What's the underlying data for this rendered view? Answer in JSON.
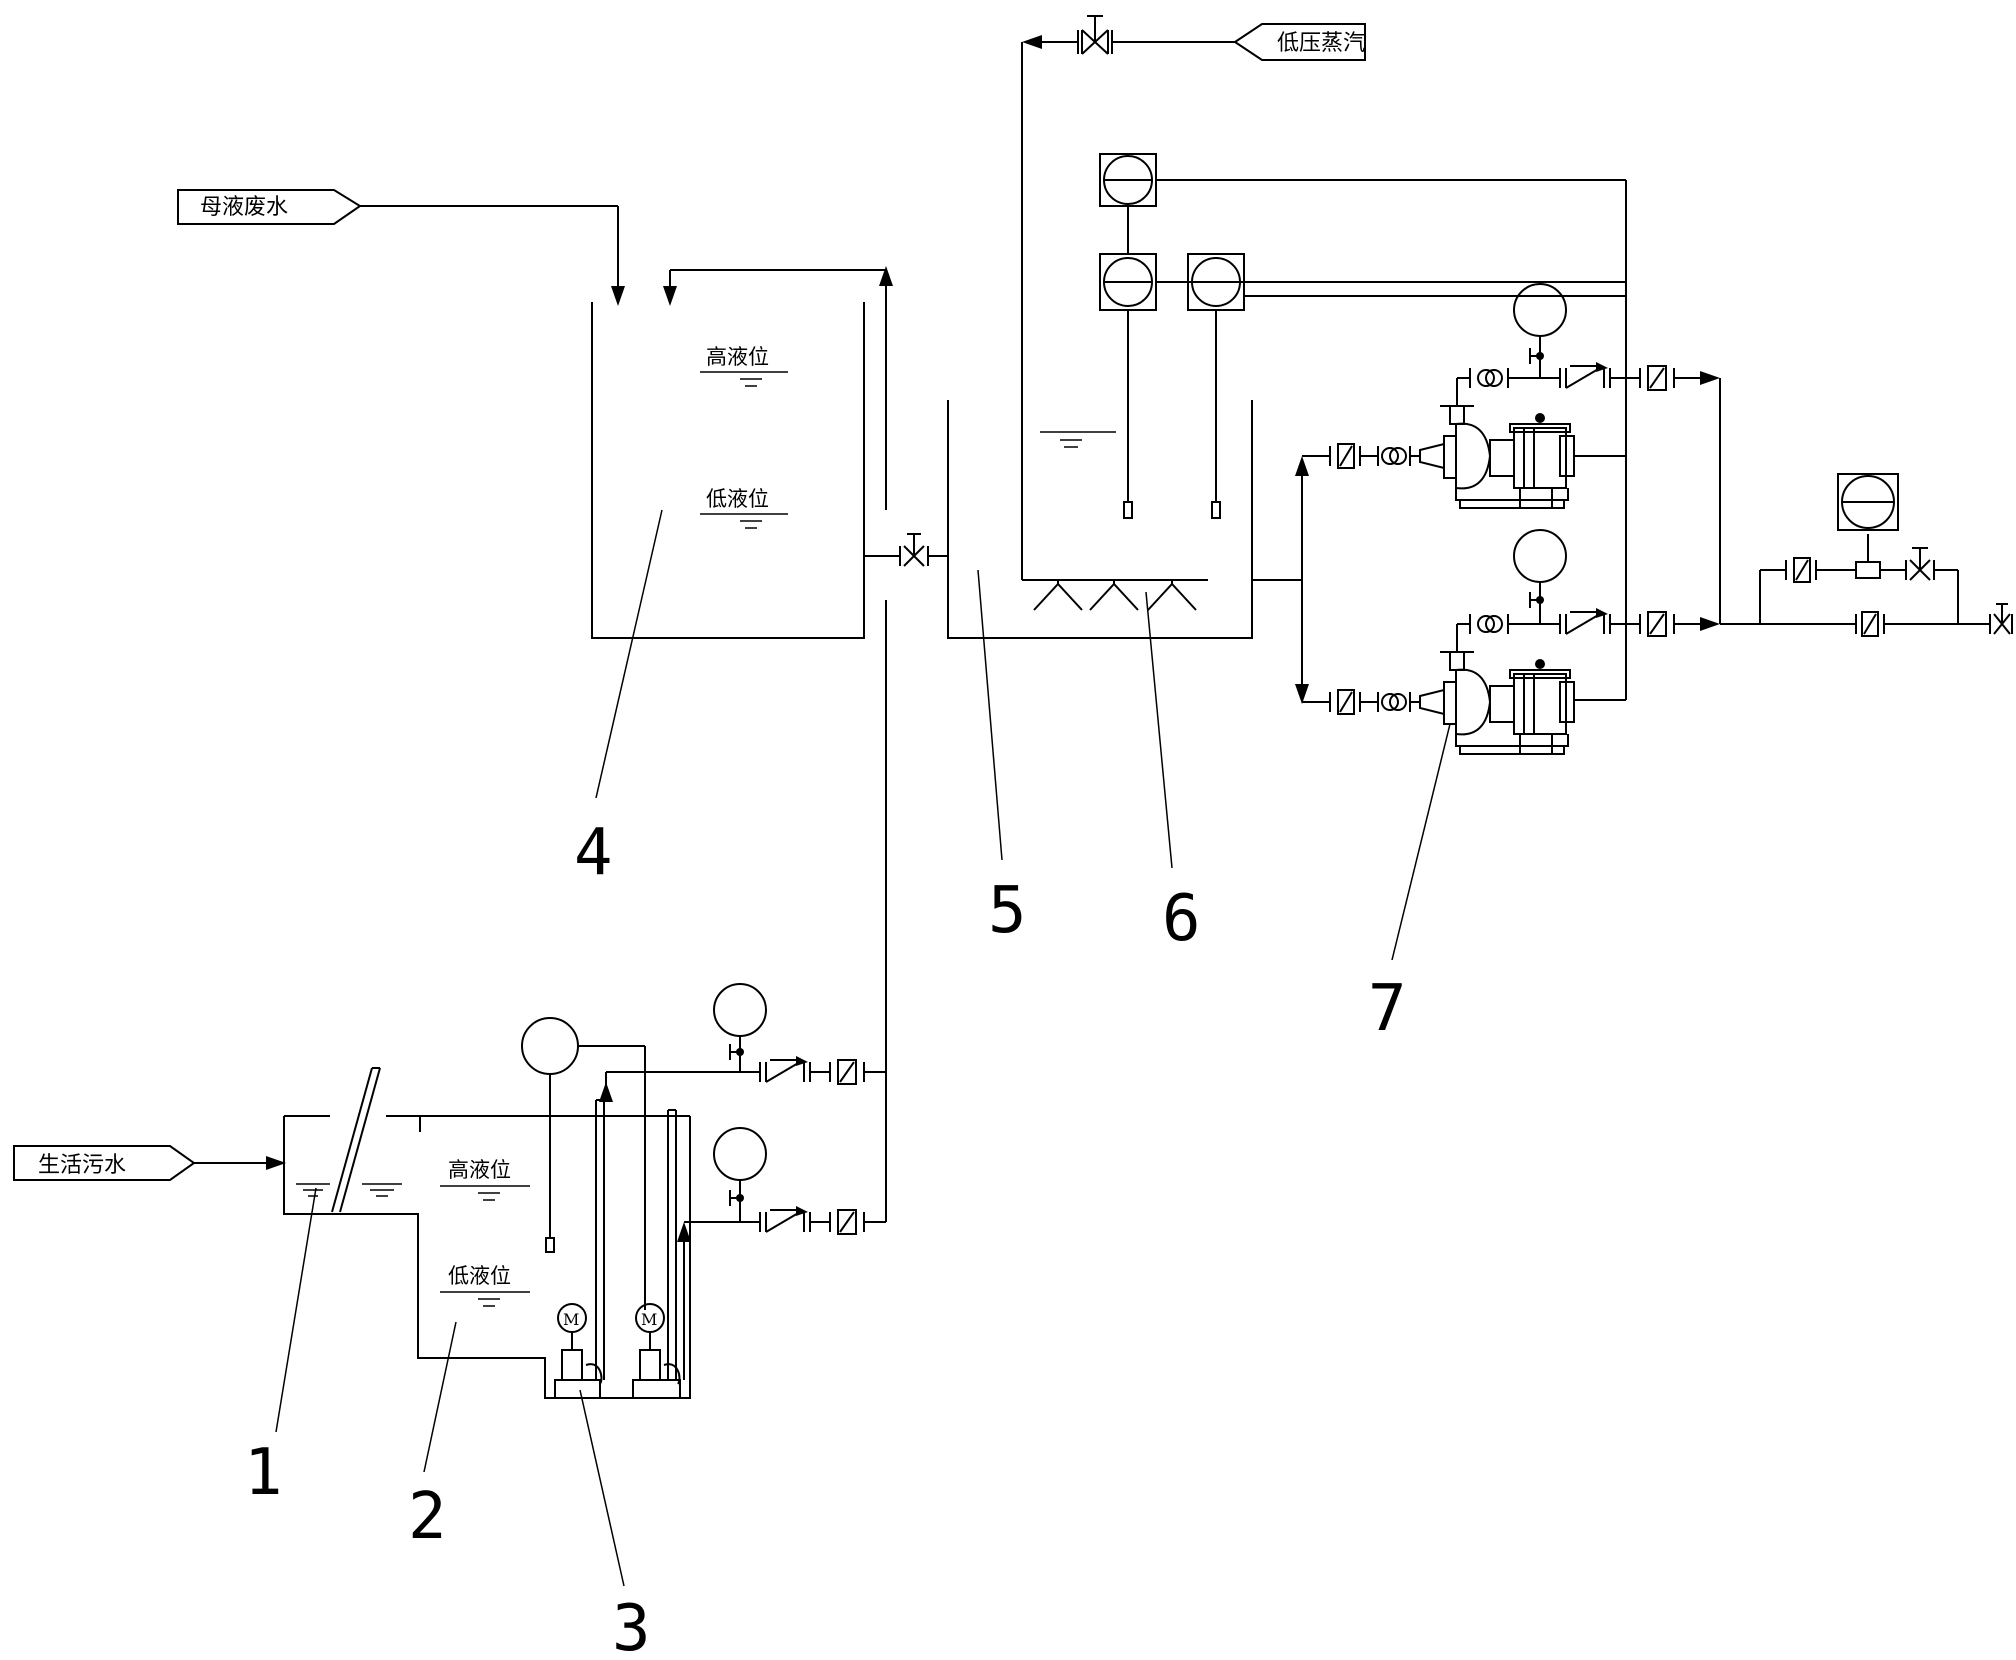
{
  "inputs": {
    "domestic_sewage": "生活污水",
    "mother_liquor_wastewater": "母液废水",
    "low_pressure_steam": "低压蒸汽"
  },
  "levels": {
    "high_level_small": "高液位",
    "low_level_small": "低液位",
    "high_level_tank": "高液位",
    "low_level_tank": "低液位"
  },
  "callouts": [
    "1",
    "2",
    "3",
    "4",
    "5",
    "6",
    "7"
  ]
}
